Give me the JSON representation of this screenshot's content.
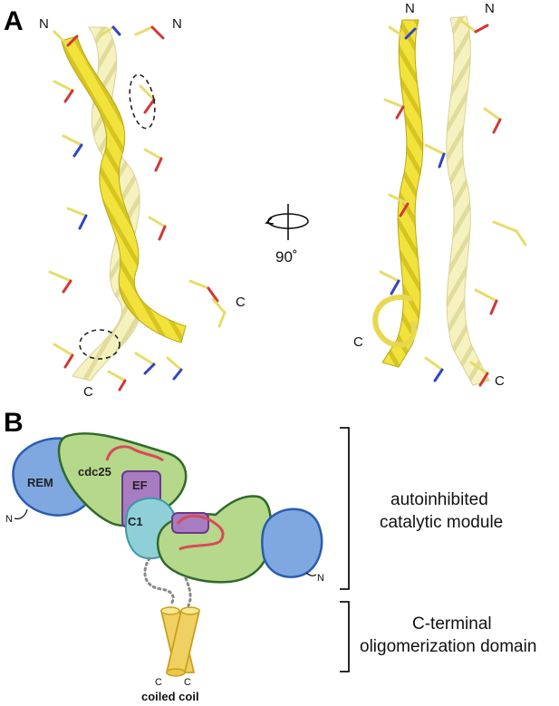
{
  "panels": {
    "a": {
      "letter": "A"
    },
    "b": {
      "letter": "B"
    }
  },
  "panel_a": {
    "left_structure": {
      "n_term_1": "N",
      "n_term_2": "N",
      "c_term_bottom": "C",
      "c_term_right": "C"
    },
    "rotation": {
      "label": "90˚"
    },
    "right_structure": {
      "n_term_1": "N",
      "n_term_2": "N",
      "c_term_left": "C",
      "c_term_right": "C"
    }
  },
  "panel_b": {
    "domains": {
      "rem": "REM",
      "cdc25": "cdc25",
      "ef": "EF",
      "c1": "C1"
    },
    "termini": {
      "n_left": "N",
      "n_right": "N",
      "c_coil_1": "C",
      "c_coil_2": "C"
    },
    "coiled_coil_label": "coiled coil",
    "side_labels": {
      "catalytic_line1": "autoinhibited",
      "catalytic_line2": "catalytic module",
      "oligo_line1": "C-terminal",
      "oligo_line2": "oligomerization domain"
    }
  },
  "colors": {
    "helix_bright": "#f2e23c",
    "helix_pale": "#f6f2bf",
    "cdc25_fill": "#b5d88a",
    "cdc25_stroke": "#2f6a2a",
    "rem_fill": "#7fa8e0",
    "rem_stroke": "#2a5cb0",
    "ef_fill": "#a77cc0",
    "c1_fill": "#8fd0d8",
    "loop_red": "#d94a5a",
    "coil_fill": "#f0d060",
    "coil_stroke": "#c8a020"
  }
}
